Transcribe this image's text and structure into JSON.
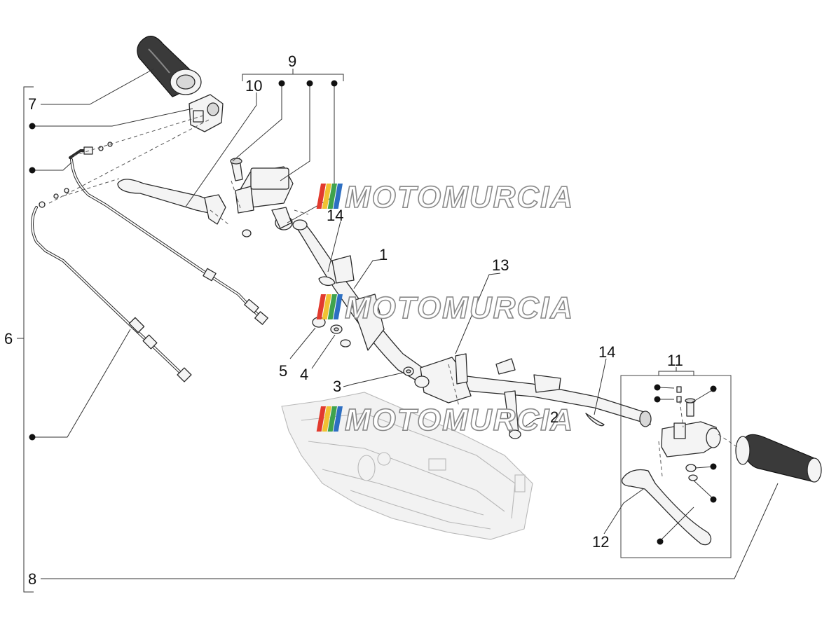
{
  "callouts": {
    "c1": "1",
    "c2": "2",
    "c3": "3",
    "c4": "4",
    "c5": "5",
    "c6": "6",
    "c7": "7",
    "c8": "8",
    "c9": "9",
    "c10": "10",
    "c11": "11",
    "c12": "12",
    "c13": "13",
    "c14a": "14",
    "c14b": "14"
  },
  "watermark": {
    "text": "MOTOMURCIA",
    "stripe_colors": [
      "#e23b2e",
      "#f1c232",
      "#3fa34d",
      "#2d6fc2"
    ]
  },
  "colors": {
    "line": "#2a2a2a",
    "ghost": "#b8b8b8",
    "background": "#ffffff"
  }
}
